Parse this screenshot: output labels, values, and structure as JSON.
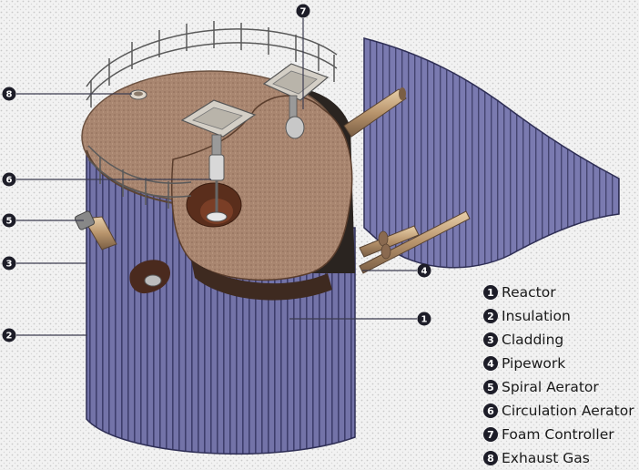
{
  "callouts": [
    {
      "num": "1"
    },
    {
      "num": "2"
    },
    {
      "num": "3"
    },
    {
      "num": "4"
    },
    {
      "num": "5"
    },
    {
      "num": "6"
    },
    {
      "num": "7"
    },
    {
      "num": "8"
    }
  ],
  "legend": [
    {
      "num": "1",
      "label": "Reactor"
    },
    {
      "num": "2",
      "label": "Insulation"
    },
    {
      "num": "3",
      "label": "Cladding"
    },
    {
      "num": "4",
      "label": "Pipework"
    },
    {
      "num": "5",
      "label": "Spiral Aerator"
    },
    {
      "num": "6",
      "label": "Circulation Aerator"
    },
    {
      "num": "7",
      "label": "Foam Controller"
    },
    {
      "num": "8",
      "label": "Exhaust Gas"
    }
  ],
  "colors": {
    "cladding": "#6f6fa3",
    "cladding_stripe": "#3f3f6e",
    "insulation": "#b08a70",
    "insulation_dark": "#4a2e22",
    "lid": "#a27f6a",
    "railing": "#555555",
    "callout": "#1d1d28",
    "background": "#eeeeee"
  }
}
